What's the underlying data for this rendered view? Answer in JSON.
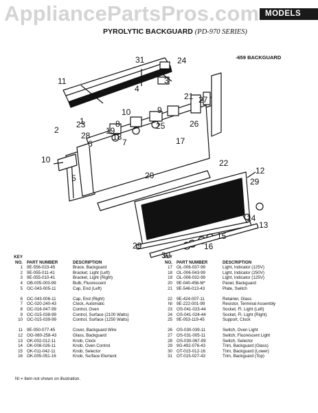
{
  "watermark": "AppliancePartsPros.com",
  "header_tab": "MODELS",
  "title": {
    "main": "PYROLYTIC BACKGUARD",
    "paren_open": "(",
    "series": "PD-970 SERIES",
    "paren_close": ")"
  },
  "diagram": {
    "backguard_label": "-659 BACKGUARD",
    "callouts": [
      "31",
      "24",
      "11",
      "3",
      "4",
      "1",
      "10",
      "9",
      "8",
      "21",
      "27",
      "26",
      "2",
      "23",
      "25",
      "28",
      "19",
      "18",
      "7",
      "6",
      "17",
      "10",
      "5",
      "20",
      "22",
      "12",
      "29",
      "13",
      "14",
      "15",
      "16",
      "29",
      "30"
    ]
  },
  "key": {
    "col1_header": {
      "key": "KEY",
      "no": "NO.",
      "part": "PART NUMBER",
      "desc": "DESCRIPTION"
    },
    "col2_header": {
      "key": "KEY",
      "no": "NO.",
      "part": "PART NUMBER",
      "desc": "DESCRIPTION"
    },
    "left": [
      {
        "no": "1",
        "part": "9E-556-023-45",
        "desc": "Brace, Backguard"
      },
      {
        "no": "2",
        "part": "9E-055-011-41",
        "desc": "Bracket, Light (Left)"
      },
      {
        "no": "3",
        "part": "9E-055-010-41",
        "desc": "Bracket, Light (Right)"
      },
      {
        "no": "4",
        "part": "OB-005-003-99",
        "desc": "Bulb, Fluorescent"
      },
      {
        "no": "5",
        "part": "OC-043-005-11",
        "desc": "Cap, End (Left)"
      },
      {
        "no": "",
        "part": "",
        "desc": ""
      },
      {
        "no": "6",
        "part": "OC-043-006-11",
        "desc": "Cap, End (Right)"
      },
      {
        "no": "7",
        "part": "OC-020-240-43",
        "desc": "Clock, Automatic"
      },
      {
        "no": "8",
        "part": "OC-016-047-99",
        "desc": "Control, Oven"
      },
      {
        "no": "9",
        "part": "OC-015-038-99",
        "desc": "Control, Surface (2100 Watts)"
      },
      {
        "no": "10",
        "part": "OC-015-039-99",
        "desc": "Control, Surface (1250 Watts)"
      },
      {
        "no": "",
        "part": "",
        "desc": ""
      },
      {
        "no": "11",
        "part": "9E-050-077-45",
        "desc": "Cover, Backguard Wire"
      },
      {
        "no": "12",
        "part": "OG-080-258-43",
        "desc": "Glass, Backguard"
      },
      {
        "no": "13",
        "part": "OK-002-012-11",
        "desc": "Knob, Clock"
      },
      {
        "no": "14",
        "part": "OK-008-026-11",
        "desc": "Knob, Oven Control"
      },
      {
        "no": "15",
        "part": "OK-011-042-11",
        "desc": "Knob, Selector"
      },
      {
        "no": "16",
        "part": "OK-005-051-16",
        "desc": "Knob, Surface Element"
      }
    ],
    "right": [
      {
        "no": "17",
        "part": "OL-006-037-99",
        "desc": "Light, Indicator (125V)"
      },
      {
        "no": "18",
        "part": "OL-006-043-99",
        "desc": "Light, Indicator (250V)"
      },
      {
        "no": "19",
        "part": "OL-006-032-99",
        "desc": "Light, Indicator (125V)"
      },
      {
        "no": "20",
        "part": "9E-040-456-M*",
        "desc": "Panel, Backguard"
      },
      {
        "no": "21",
        "part": "9E-546-013-43",
        "desc": "Plate, Switch"
      },
      {
        "no": "",
        "part": "",
        "desc": ""
      },
      {
        "no": "22",
        "part": "9E-424-007-11",
        "desc": "Retainer, Glass"
      },
      {
        "no": "NI",
        "part": "9E-222-001-99",
        "desc": "Resistor, Terminal Assembly"
      },
      {
        "no": "23",
        "part": "OS-041-023-44",
        "desc": "Socket, Fl. Light (Left)"
      },
      {
        "no": "24",
        "part": "OS-041-024-44",
        "desc": "Socket, Fl. Light (Right)"
      },
      {
        "no": "25",
        "part": "9E-053-119-45",
        "desc": "Support, Clock"
      },
      {
        "no": "",
        "part": "",
        "desc": ""
      },
      {
        "no": "26",
        "part": "OS-030-039-11",
        "desc": "Switch, Oven Light"
      },
      {
        "no": "27",
        "part": "OS-031-005-11",
        "desc": "Switch, Fluorescent Light"
      },
      {
        "no": "28",
        "part": "OS-030-067-99",
        "desc": "Switch, Selector"
      },
      {
        "no": "29",
        "part": "9G-492-076-43",
        "desc": "Trim, Backguard (Glass)"
      },
      {
        "no": "30",
        "part": "OT-015-012-16",
        "desc": "Trim, Backguard (Lower)"
      },
      {
        "no": "31",
        "part": "OT-015-027-43",
        "desc": "Trim, Backguard (Top)"
      }
    ]
  },
  "footnote": "NI = Item not shown on illustration."
}
